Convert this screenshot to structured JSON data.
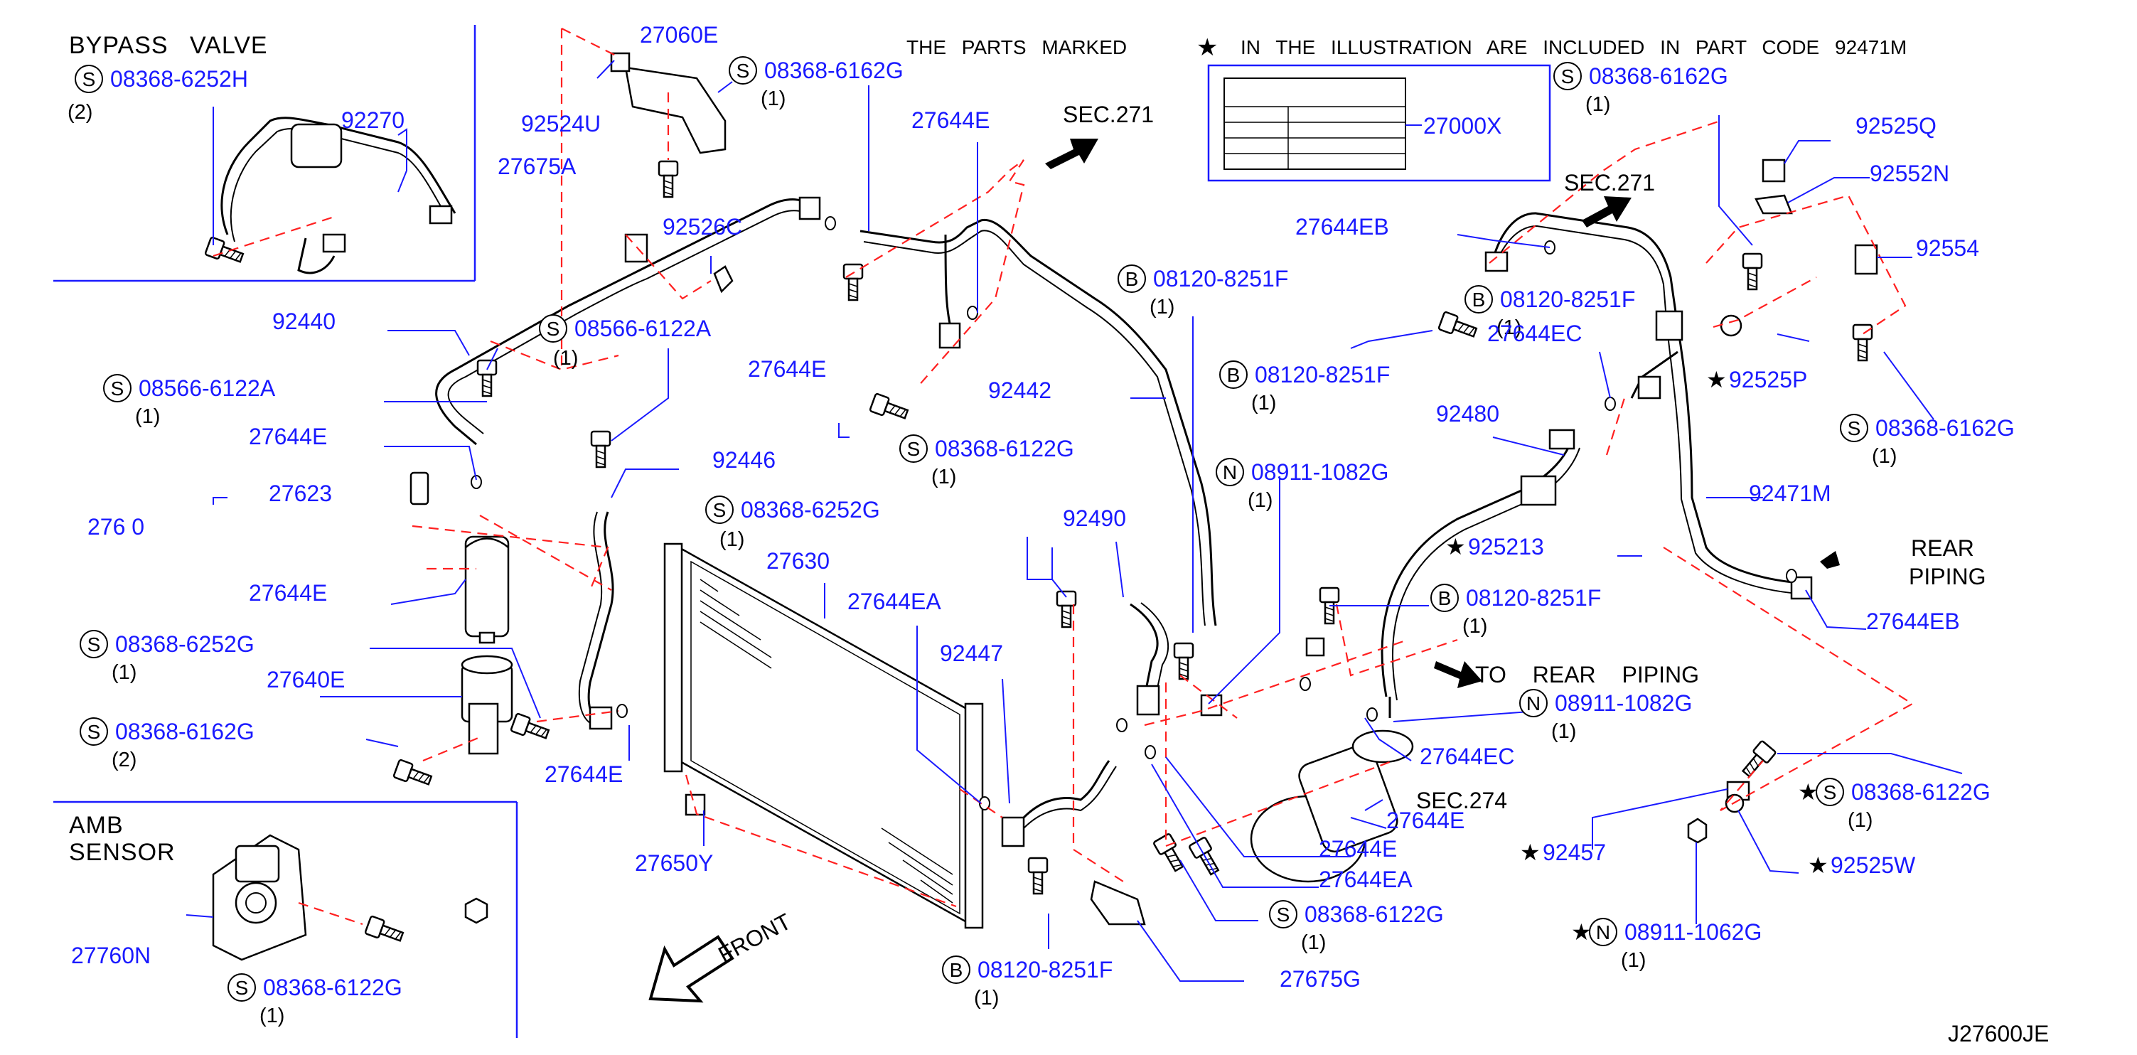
{
  "diagram": {
    "note_parts_marked": "THE PARTS MARKED",
    "note_included": "IN THE ILLUSTRATION ARE INCLUDED IN PART CODE 92471M",
    "star_glyph": "★",
    "drawing_code": "J27600JE",
    "section_bypass": "BYPASS VALVE",
    "section_amb_line1": "AMB",
    "section_amb_line2": "SENSOR",
    "front_label": "FRONT",
    "sec271_a": "SEC.271",
    "sec271_b": "SEC.271",
    "sec274": "SEC.274",
    "to_rear_piping": "TO REAR PIPING",
    "rear_piping_1": "REAR",
    "rear_piping_2": "PIPING",
    "label_27000x": "27000X",
    "parts": [
      {
        "prefix": "S",
        "code": "08368-6252H",
        "qty": "(2)"
      },
      {
        "prefix": "",
        "code": "92270",
        "qty": ""
      },
      {
        "prefix": "",
        "code": "27060E",
        "qty": ""
      },
      {
        "prefix": "",
        "code": "92524U",
        "qty": ""
      },
      {
        "prefix": "S",
        "code": "08368-6162G",
        "qty": "(1)"
      },
      {
        "prefix": "",
        "code": "27675A",
        "qty": ""
      },
      {
        "prefix": "",
        "code": "27644E",
        "qty": ""
      },
      {
        "prefix": "",
        "code": "92526C",
        "qty": ""
      },
      {
        "prefix": "",
        "code": "92440",
        "qty": ""
      },
      {
        "prefix": "S",
        "code": "08566-6122A",
        "qty": "(1)"
      },
      {
        "prefix": "S",
        "code": "08566-6122A",
        "qty": "(1)"
      },
      {
        "prefix": "",
        "code": "27644E",
        "qty": ""
      },
      {
        "prefix": "",
        "code": "27644E",
        "qty": ""
      },
      {
        "prefix": "",
        "code": "27623",
        "qty": ""
      },
      {
        "prefix": "",
        "code": "92446",
        "qty": ""
      },
      {
        "prefix": "",
        "code": "276 0",
        "qty": ""
      },
      {
        "prefix": "S",
        "code": "08368-6252G",
        "qty": "(1)"
      },
      {
        "prefix": "",
        "code": "27644E",
        "qty": ""
      },
      {
        "prefix": "",
        "code": "27630",
        "qty": ""
      },
      {
        "prefix": "S",
        "code": "08368-6252G",
        "qty": "(1)"
      },
      {
        "prefix": "",
        "code": "27640E",
        "qty": ""
      },
      {
        "prefix": "S",
        "code": "08368-6162G",
        "qty": "(2)"
      },
      {
        "prefix": "",
        "code": "27644E",
        "qty": ""
      },
      {
        "prefix": "",
        "code": "27650Y",
        "qty": ""
      },
      {
        "prefix": "",
        "code": "27644EA",
        "qty": ""
      },
      {
        "prefix": "",
        "code": "92447",
        "qty": ""
      },
      {
        "prefix": "",
        "code": "27760N",
        "qty": ""
      },
      {
        "prefix": "S",
        "code": "08368-6122G",
        "qty": "(1)"
      },
      {
        "prefix": "",
        "code": "92442",
        "qty": ""
      },
      {
        "prefix": "S",
        "code": "08368-6122G",
        "qty": "(1)"
      },
      {
        "prefix": "",
        "code": "92490",
        "qty": ""
      },
      {
        "prefix": "B",
        "code": "08120-8251F",
        "qty": "(1)"
      },
      {
        "prefix": "B",
        "code": "08120-8251F",
        "qty": "(1)"
      },
      {
        "prefix": "N",
        "code": "08911-1082G",
        "qty": "(1)"
      },
      {
        "prefix": "",
        "code": "92525Q",
        "qty": ""
      },
      {
        "prefix": "",
        "code": "92552N",
        "qty": ""
      },
      {
        "prefix": "",
        "code": "92554",
        "qty": ""
      },
      {
        "prefix": "S",
        "code": "08368-6162G",
        "qty": "(1)"
      },
      {
        "prefix": "",
        "code": "27644EB",
        "qty": ""
      },
      {
        "prefix": "B",
        "code": "08120-8251F",
        "qty": "(1)"
      },
      {
        "prefix": "",
        "code": "27644EC",
        "qty": ""
      },
      {
        "prefix": "",
        "code": "92525P",
        "qty": ""
      },
      {
        "prefix": "S",
        "code": "08368-6162G",
        "qty": "(1)"
      },
      {
        "prefix": "",
        "code": "92480",
        "qty": ""
      },
      {
        "prefix": "",
        "code": "92471M",
        "qty": ""
      },
      {
        "prefix": "",
        "code": "925213",
        "qty": ""
      },
      {
        "prefix": "",
        "code": "27644EB",
        "qty": ""
      },
      {
        "prefix": "B",
        "code": "08120-8251F",
        "qty": "(1)"
      },
      {
        "prefix": "N",
        "code": "08911-1082G",
        "qty": "(1)"
      },
      {
        "prefix": "",
        "code": "27644EC",
        "qty": ""
      },
      {
        "prefix": "",
        "code": "27644E",
        "qty": ""
      },
      {
        "prefix": "",
        "code": "27644E",
        "qty": ""
      },
      {
        "prefix": "",
        "code": "27644EA",
        "qty": ""
      },
      {
        "prefix": "S",
        "code": "08368-6122G",
        "qty": "(1)"
      },
      {
        "prefix": "",
        "code": "27675G",
        "qty": ""
      },
      {
        "prefix": "B",
        "code": "08120-8251F",
        "qty": "(1)"
      },
      {
        "prefix": "S",
        "code": "08368-6122G",
        "qty": "(1)"
      },
      {
        "prefix": "",
        "code": "92457",
        "qty": ""
      },
      {
        "prefix": "",
        "code": "92525W",
        "qty": ""
      },
      {
        "prefix": "N",
        "code": "08911-1062G",
        "qty": "(1)"
      }
    ]
  }
}
